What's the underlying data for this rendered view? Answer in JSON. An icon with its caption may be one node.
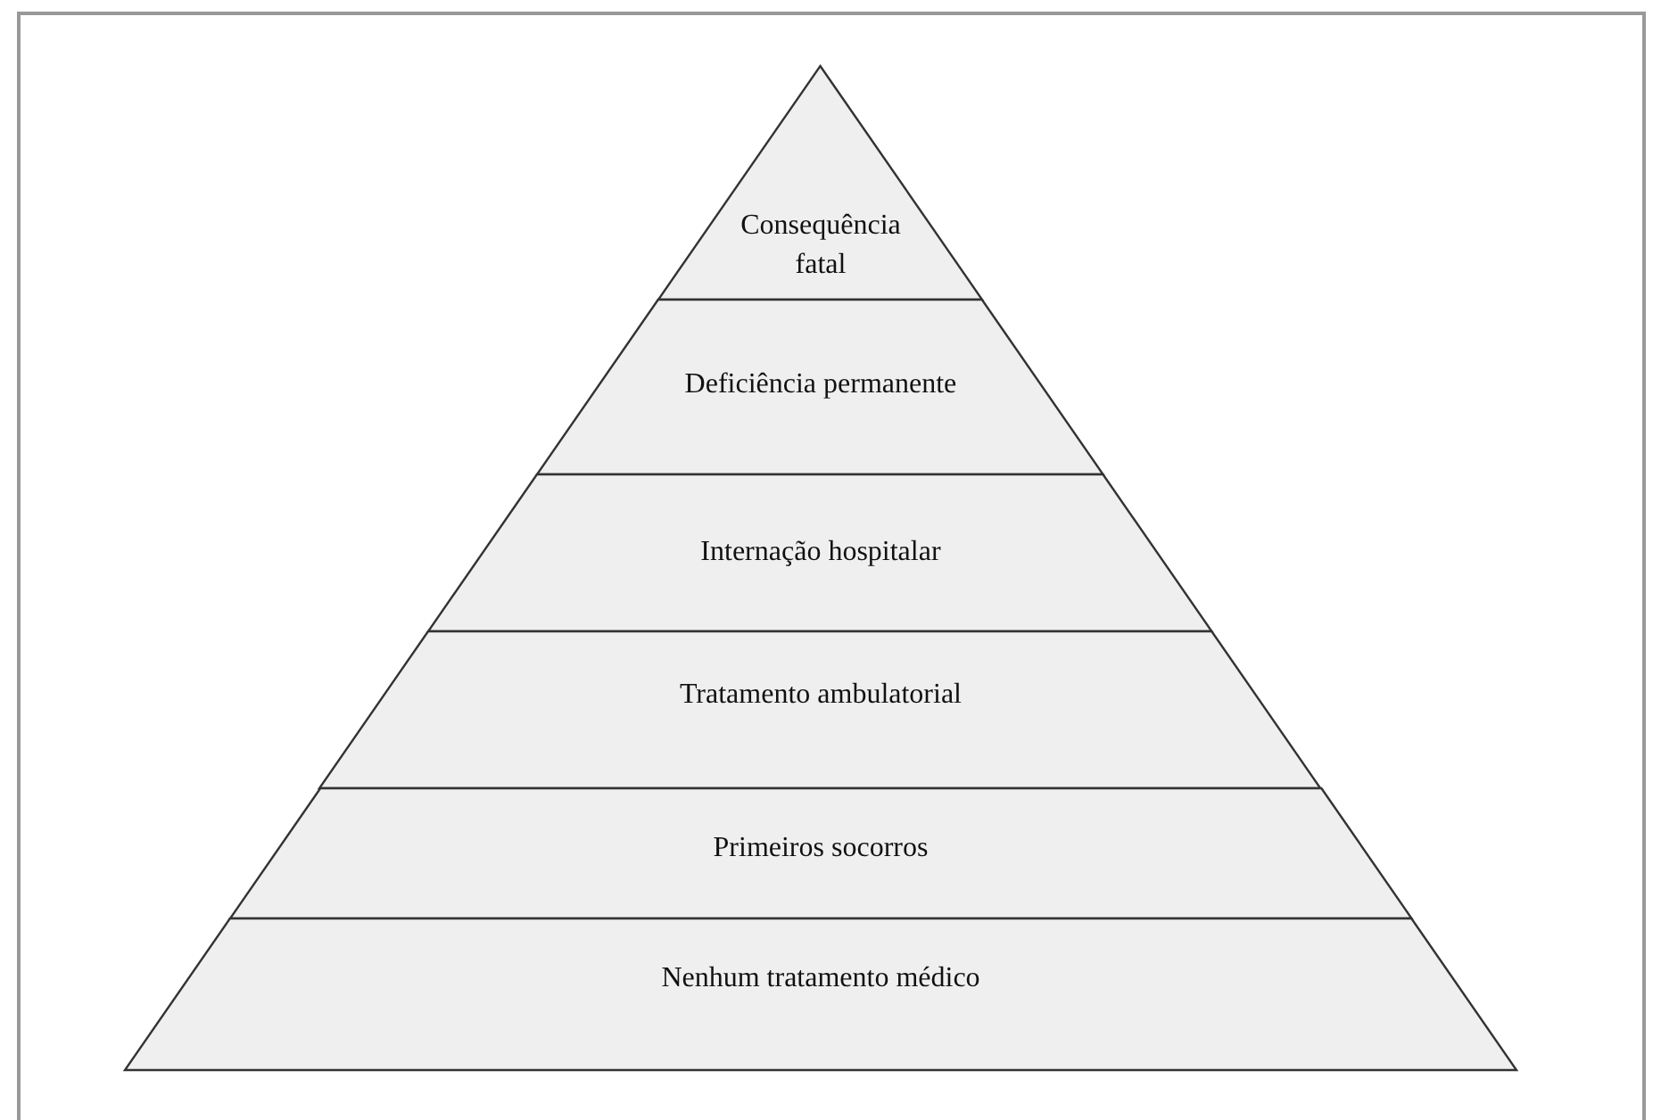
{
  "diagram": {
    "nodes": [
      {
        "text": [
          "Consequência fatal"
        ]
      },
      {
        "text": [
          "Deficiência permanente"
        ]
      },
      {
        "text": [
          "Internação hospitalar"
        ]
      },
      {
        "text": [
          "Tratamento ambulatorial"
        ]
      },
      {
        "text": [
          "Primeiros socorros"
        ]
      },
      {
        "text": [
          "Nenhum tratamento médico"
        ]
      }
    ]
  }
}
